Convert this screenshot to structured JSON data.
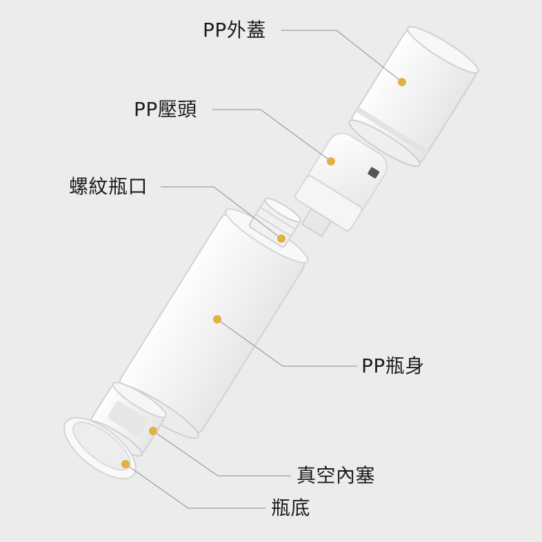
{
  "labels": {
    "cap": "PP外蓋",
    "pump_head": "PP壓頭",
    "thread_neck": "螺紋瓶口",
    "body": "PP瓶身",
    "piston": "真空內塞",
    "base": "瓶底"
  },
  "colors": {
    "background": "#ececec",
    "marker": "#e2b043",
    "leader_line": "#8a8a8a",
    "text": "#1c1c1c"
  }
}
